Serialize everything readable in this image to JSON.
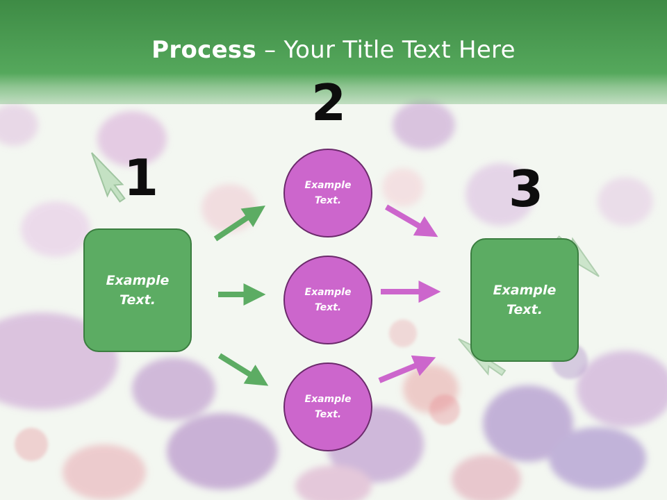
{
  "slide": {
    "title_bold": "Process",
    "title_rest": " – Your Title Text Here",
    "step_numbers": [
      "1",
      "2",
      "3"
    ],
    "left_box": {
      "text": "Example\nText."
    },
    "right_box": {
      "text": "Example\nText."
    },
    "circles": [
      {
        "text": "Example\nText."
      },
      {
        "text": "Example\nText."
      },
      {
        "text": "Example\nText."
      }
    ]
  },
  "colors": {
    "header_green": "#55a85c",
    "box_green": "#5cac63",
    "arrow_green": "#5cac63",
    "circle_purple": "#cc66cc",
    "arrow_purple": "#cc66cc",
    "number_black": "#0d0d0d"
  },
  "icons": [
    "cursor-arrow-icon",
    "cursor-arrow-icon",
    "cursor-arrow-icon"
  ]
}
